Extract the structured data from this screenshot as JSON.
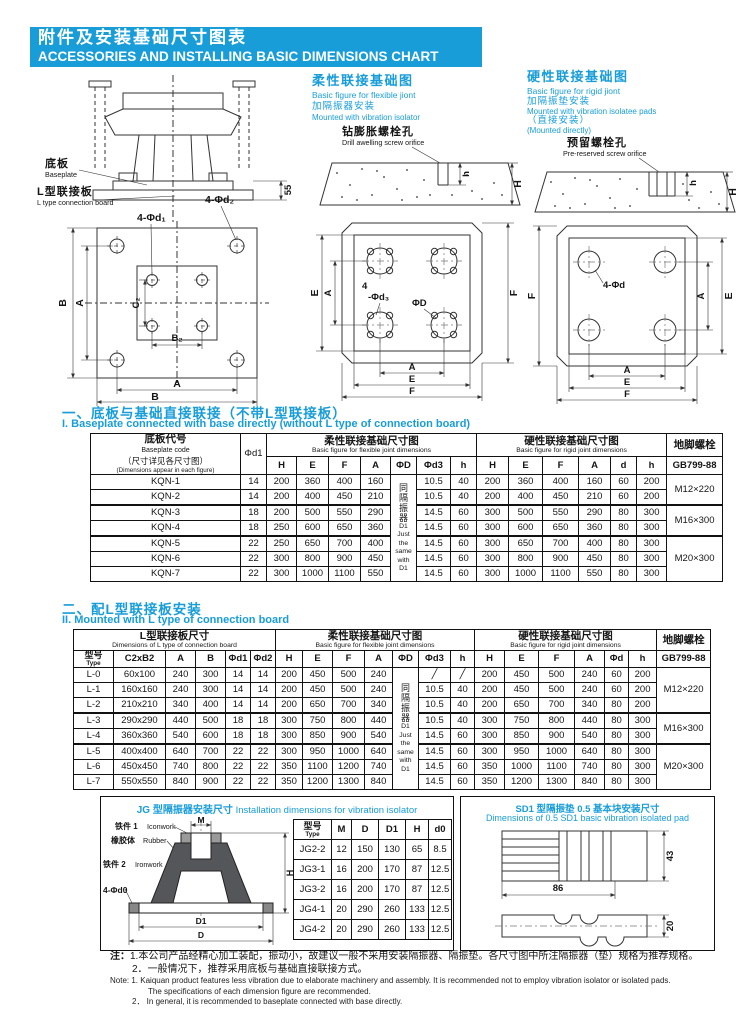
{
  "page": {
    "title_zh": "附件及安装基础尺寸图表",
    "title_en": "ACCESSORIES AND INSTALLING BASIC DIMENSIONS CHART",
    "accent_color": "#189dd9"
  },
  "fig_pump": {
    "baseplate_zh": "底板",
    "baseplate_en": "Baseplate",
    "lboard_zh": "L型联接板",
    "lboard_en": "L type connection board",
    "dim_55": "55",
    "plan": {
      "B": "B",
      "A": "A",
      "C2": "C₂",
      "B2": "B₂",
      "d1": "4-Φd₁",
      "d2": "4-Φd₂"
    }
  },
  "fig_flex": {
    "title_zh": "柔性联接基础图",
    "title_en": "Basic figure for flexible jiont",
    "sub_zh": "加隔振器安装",
    "sub_en": "Mounted with vibration isolator",
    "hole_zh": "钻膨胀螺栓孔",
    "hole_en": "Drill awelling screw orifice",
    "dim_h": "h",
    "dim_H": "H",
    "plan": {
      "E": "E",
      "A": "A",
      "F": "F",
      "n4": "4",
      "d3": "-Φd₃",
      "D": "ΦD"
    }
  },
  "fig_rigid": {
    "title_zh": "硬性联接基础图",
    "title_en": "Basic figure for rigid jiont",
    "sub1_zh": "加隔振垫安装",
    "sub1_en": "Mounted with vibration isolatee pads",
    "sub2_zh": "（直接安装）",
    "sub2_en": "(Mounted directly)",
    "hole_zh": "预留螺栓孔",
    "hole_en": "Pre-reserved screw orifice",
    "dim_h": "h",
    "dim_H": "H",
    "plan": {
      "F": "F",
      "A": "A",
      "E": "E",
      "d": "4-Φd"
    }
  },
  "sec1": {
    "zh": "一、底板与基础直接联接（不带L型联接板）",
    "en": "I. Baseplate connected with base directly (without L type of connection board)"
  },
  "sec2": {
    "zh": "二、配L型联接板安装",
    "en": "II. Mounted with L type of connection board"
  },
  "t1": {
    "h_code_zh": "底板代号",
    "h_code_en": "Baseplate code",
    "h_code_zh2": "（尺寸详见各尺寸图）",
    "h_code_en2": "(Dimensions appear in each figure)",
    "h_d1": "Φd1",
    "h_flex_zh": "柔性联接基础尺寸图",
    "h_flex_en": "Basic figure for flexible joint dimensions",
    "h_rigid_zh": "硬性联接基础尺寸图",
    "h_rigid_en": "Basic figure for rigid joint dimensions",
    "h_anchor_zh": "地脚螺栓",
    "h_anchor_en": "GB799-88",
    "cols_flex": [
      "H",
      "E",
      "F",
      "A",
      "ΦD",
      "Φd3",
      "h"
    ],
    "cols_rigid": [
      "H",
      "E",
      "F",
      "A",
      "d",
      "h"
    ],
    "same": [
      "同",
      "隔",
      "振",
      "器",
      "D1",
      "Just",
      "the",
      "same",
      "with",
      "D1"
    ],
    "rows": [
      [
        "KQN-1",
        "14",
        "200",
        "360",
        "400",
        "160",
        "10.5",
        "40",
        "200",
        "360",
        "400",
        "160",
        "60",
        "200"
      ],
      [
        "KQN-2",
        "14",
        "200",
        "400",
        "450",
        "210",
        "10.5",
        "40",
        "200",
        "400",
        "450",
        "210",
        "60",
        "200"
      ],
      [
        "KQN-3",
        "18",
        "200",
        "500",
        "550",
        "290",
        "14.5",
        "60",
        "300",
        "500",
        "550",
        "290",
        "80",
        "300"
      ],
      [
        "KQN-4",
        "18",
        "250",
        "600",
        "650",
        "360",
        "14.5",
        "60",
        "300",
        "600",
        "650",
        "360",
        "80",
        "300"
      ],
      [
        "KQN-5",
        "22",
        "250",
        "650",
        "700",
        "400",
        "14.5",
        "60",
        "300",
        "650",
        "700",
        "400",
        "80",
        "300"
      ],
      [
        "KQN-6",
        "22",
        "300",
        "800",
        "900",
        "450",
        "14.5",
        "60",
        "300",
        "800",
        "900",
        "450",
        "80",
        "300"
      ],
      [
        "KQN-7",
        "22",
        "300",
        "1000",
        "1100",
        "550",
        "14.5",
        "60",
        "300",
        "1000",
        "1100",
        "550",
        "80",
        "300"
      ]
    ],
    "anchors": [
      "M12×220",
      "M16×300",
      "M20×300"
    ]
  },
  "t2": {
    "h_lboard_zh": "L型联接板尺寸",
    "h_lboard_en": "Dimensions of L type of connection board",
    "h_type_zh": "型号",
    "h_type_en": "Type",
    "cols_l": [
      "C2xB2",
      "A",
      "B",
      "Φd1",
      "Φd2"
    ],
    "h_flex_zh": "柔性联接基础尺寸图",
    "h_flex_en": "Basic figure for flexible joint dimensions",
    "h_rigid_zh": "硬性联接基础尺寸图",
    "h_rigid_en": "Basic figure for rigid joint dimensions",
    "h_anchor_zh": "地脚螺栓",
    "h_anchor_en": "GB799-88",
    "cols_flex": [
      "H",
      "E",
      "F",
      "A",
      "ΦD",
      "Φd3",
      "h"
    ],
    "cols_rigid": [
      "H",
      "E",
      "F",
      "A",
      "Φd",
      "h"
    ],
    "same": [
      "同",
      "隔",
      "振",
      "器",
      "D1",
      "Just",
      "the",
      "same",
      "with",
      "D1"
    ],
    "rows": [
      [
        "L-0",
        "60x100",
        "240",
        "300",
        "14",
        "14",
        "200",
        "450",
        "500",
        "240",
        "╱",
        "╱",
        "200",
        "450",
        "500",
        "240",
        "60",
        "200"
      ],
      [
        "L-1",
        "160x160",
        "240",
        "300",
        "14",
        "14",
        "200",
        "450",
        "500",
        "240",
        "10.5",
        "40",
        "200",
        "450",
        "500",
        "240",
        "60",
        "200"
      ],
      [
        "L-2",
        "210x210",
        "340",
        "400",
        "14",
        "14",
        "200",
        "650",
        "700",
        "340",
        "10.5",
        "40",
        "200",
        "650",
        "700",
        "340",
        "80",
        "200"
      ],
      [
        "L-3",
        "290x290",
        "440",
        "500",
        "18",
        "18",
        "300",
        "750",
        "800",
        "440",
        "10.5",
        "40",
        "300",
        "750",
        "800",
        "440",
        "80",
        "300"
      ],
      [
        "L-4",
        "360x360",
        "540",
        "600",
        "18",
        "18",
        "300",
        "850",
        "900",
        "540",
        "14.5",
        "60",
        "300",
        "850",
        "900",
        "540",
        "80",
        "300"
      ],
      [
        "L-5",
        "400x400",
        "640",
        "700",
        "22",
        "22",
        "300",
        "950",
        "1000",
        "640",
        "14.5",
        "60",
        "300",
        "950",
        "1000",
        "640",
        "80",
        "300"
      ],
      [
        "L-6",
        "450x450",
        "740",
        "800",
        "22",
        "22",
        "350",
        "1100",
        "1200",
        "740",
        "14.5",
        "60",
        "350",
        "1000",
        "1100",
        "740",
        "80",
        "300"
      ],
      [
        "L-7",
        "550x550",
        "840",
        "900",
        "22",
        "22",
        "350",
        "1200",
        "1300",
        "840",
        "14.5",
        "60",
        "350",
        "1200",
        "1300",
        "840",
        "80",
        "300"
      ]
    ],
    "anchors": [
      "M12×220",
      "M16×300",
      "M20×300"
    ]
  },
  "jg": {
    "title_zh": "JG 型隔振器安装尺寸",
    "title_en": "Installation dimensions for vibration isolator",
    "iron1_zh": "铁件 1",
    "iron1_en": "Iconwork",
    "rubber_zh": "橡胶体",
    "rubber_en": "Rubber",
    "iron2_zh": "铁件 2",
    "iron2_en": "Ironwork",
    "label_4d0": "4-Φd0",
    "dim_M": "M",
    "dim_H": "H",
    "dim_D1": "D1",
    "dim_D": "D",
    "h_type_zh": "型号",
    "h_type_en": "Type",
    "cols": [
      "M",
      "D",
      "D1",
      "H",
      "d0"
    ],
    "rows": [
      [
        "JG2-2",
        "12",
        "150",
        "130",
        "65",
        "8.5"
      ],
      [
        "JG3-1",
        "16",
        "200",
        "170",
        "87",
        "12.5"
      ],
      [
        "JG3-2",
        "16",
        "200",
        "170",
        "87",
        "12.5"
      ],
      [
        "JG4-1",
        "20",
        "290",
        "260",
        "133",
        "12.5"
      ],
      [
        "JG4-2",
        "20",
        "290",
        "260",
        "133",
        "12.5"
      ]
    ]
  },
  "sd1": {
    "title_zh": "SD1 型隔振垫 0.5 基本块安装尺寸",
    "title_en": "Dimensions of 0.5 SD1 basic vibration isolated pad",
    "dim_w": "86",
    "dim_h": "43",
    "dim_t": "20"
  },
  "notes": {
    "zh_label": "注：",
    "zh1": "1.本公司产品经精心加工装配，振动小，故建议一般不采用安装隔振器、隔振垫。各尺寸图中所注隔振器（垫）规格为推荐规格。",
    "zh2": "2．一般情况下，推荐采用底板与基础直接联接方式。",
    "en_label": "Note:",
    "en1": "1. Kaiquan product features less vibration due to elaborate machinery and assembly. It is recommended not to employ vibration isolator or isolated pads.",
    "en1b": "The specifications of each dimension figure are recommended.",
    "en2": "2． In general, it is recommended to baseplate connected with base directly."
  }
}
